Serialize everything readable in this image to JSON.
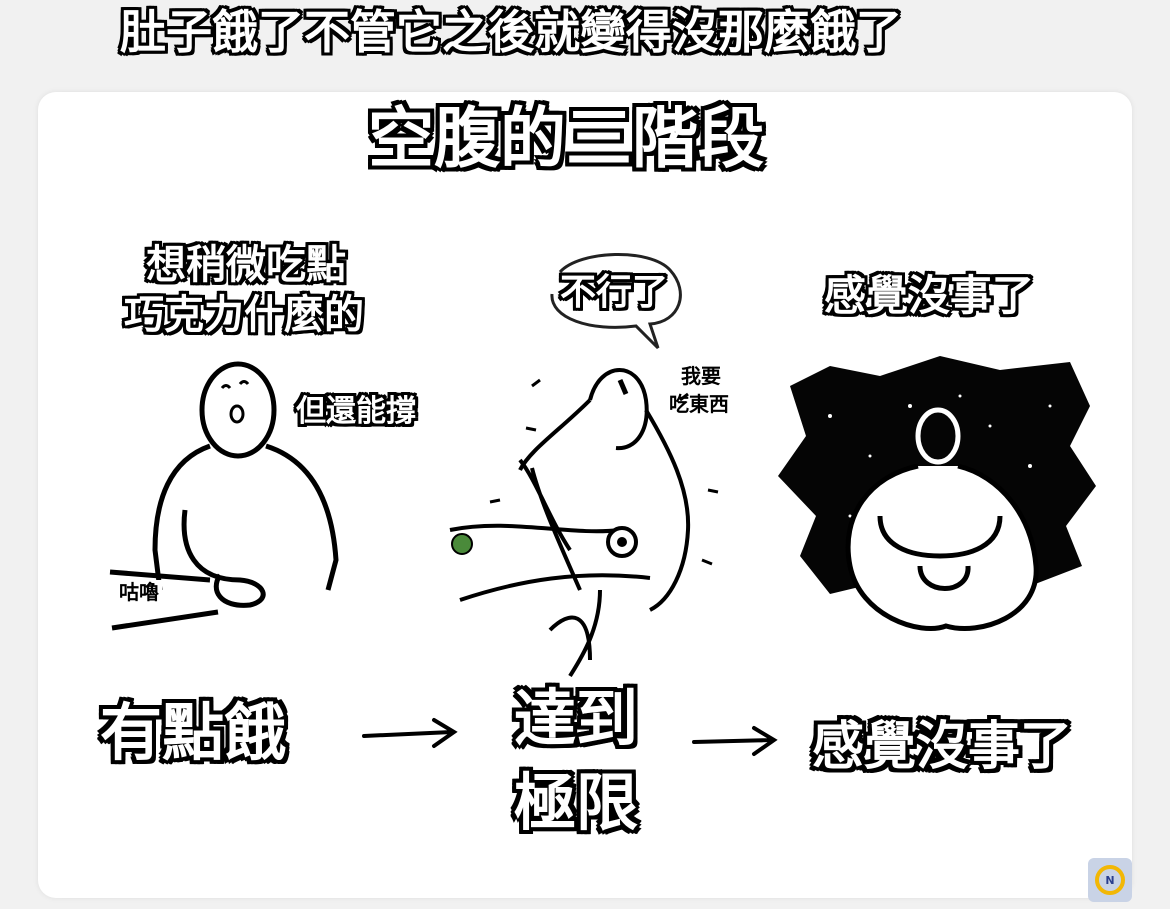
{
  "header": {
    "caption": "肚子餓了不管它之後就變得沒那麼餓了"
  },
  "panel": {
    "title": "空腹的三階段",
    "stage1": {
      "thought_line1": "想稍微吃點",
      "thought_line2": "巧克力什麼的",
      "side_note": "但還能撐",
      "sound": "咕嚕",
      "caption": "有點餓"
    },
    "stage2": {
      "bubble": "不行了",
      "side_note_line1": "我要",
      "side_note_line2": "吃東西",
      "caption_line1": "達到",
      "caption_line2": "極限"
    },
    "stage3": {
      "thought": "感覺沒事了",
      "caption": "感覺沒事了"
    }
  },
  "colors": {
    "background": "#f1f1f1",
    "panel": "#ffffff",
    "ink": "#000000",
    "accent_green": "#4a8a3a",
    "space": "#050505"
  },
  "icons": {
    "arrow_1": "right-arrow",
    "arrow_2": "right-arrow",
    "watermark_logo": "circle-logo-icon"
  }
}
